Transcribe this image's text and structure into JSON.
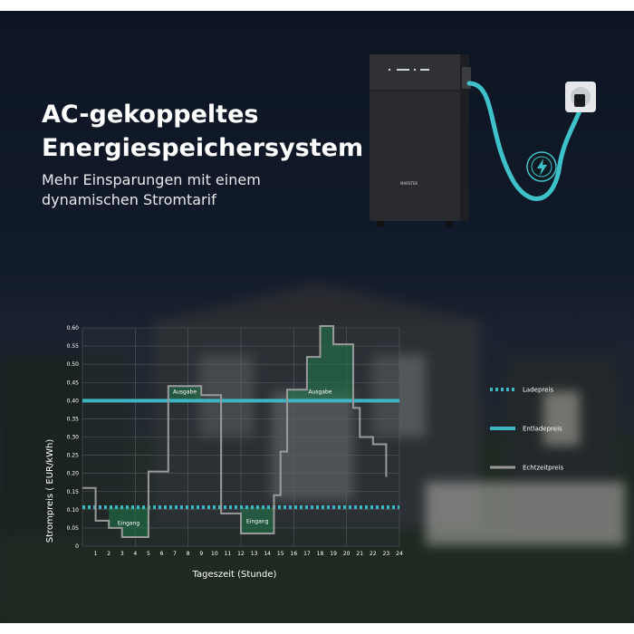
{
  "hero": {
    "title_line1": "AC-gekoppeltes",
    "title_line2": "Energiespeichersystem",
    "subtitle_line1": "Mehr Einsparungen mit einem",
    "subtitle_line2": "dynamischen Stromtarif"
  },
  "product": {
    "brand": "MARSTEK",
    "icon": "lightning-bolt-icon",
    "cable_color": "#3fc1c9"
  },
  "chart_data": {
    "type": "line",
    "xlabel": "Tageszeit (Stunde)",
    "ylabel": "Strompreis ( EUR/kWh)",
    "x_ticks": [
      1,
      2,
      3,
      4,
      5,
      6,
      7,
      8,
      9,
      10,
      11,
      12,
      13,
      14,
      15,
      16,
      17,
      18,
      19,
      20,
      21,
      22,
      23,
      24
    ],
    "y_ticks": [
      0,
      0.05,
      0.1,
      0.15,
      0.2,
      0.25,
      0.3,
      0.35,
      0.4,
      0.45,
      0.5,
      0.55,
      0.6
    ],
    "y_tick_labels": [
      "0",
      "0.05",
      "0.10",
      "0.15",
      "0.20",
      "0.25",
      "0.30",
      "0.35",
      "0.40",
      "0.45",
      "0.50",
      "0.55",
      "0.60"
    ],
    "xlim": [
      0,
      24
    ],
    "ylim": [
      0,
      0.6
    ],
    "grid": true,
    "legend_position": "right",
    "series": [
      {
        "name": "Ladepreis",
        "style": "dashed",
        "color": "#3fb5c2",
        "points": [
          [
            0,
            0.107
          ],
          [
            24,
            0.107
          ]
        ]
      },
      {
        "name": "Entladepreis",
        "style": "solid",
        "color": "#3fb5c2",
        "points": [
          [
            0,
            0.4
          ],
          [
            24,
            0.4
          ]
        ]
      },
      {
        "name": "Echtzeitpreis",
        "style": "step",
        "color": "#9a9a9a",
        "points": [
          [
            0,
            0.16
          ],
          [
            1,
            0.16
          ],
          [
            1,
            0.07
          ],
          [
            2,
            0.07
          ],
          [
            2,
            0.05
          ],
          [
            3,
            0.05
          ],
          [
            3,
            0.025
          ],
          [
            4,
            0.025
          ],
          [
            4,
            0.025
          ],
          [
            5,
            0.025
          ],
          [
            5,
            0.205
          ],
          [
            6.5,
            0.205
          ],
          [
            6.5,
            0.44
          ],
          [
            9,
            0.44
          ],
          [
            9,
            0.415
          ],
          [
            10.5,
            0.415
          ],
          [
            10.5,
            0.09
          ],
          [
            12,
            0.09
          ],
          [
            12,
            0.035
          ],
          [
            14.5,
            0.035
          ],
          [
            14.5,
            0.14
          ],
          [
            15,
            0.14
          ],
          [
            15,
            0.26
          ],
          [
            15.5,
            0.26
          ],
          [
            15.5,
            0.43
          ],
          [
            17,
            0.43
          ],
          [
            17,
            0.52
          ],
          [
            18,
            0.52
          ],
          [
            18,
            0.605
          ],
          [
            19,
            0.605
          ],
          [
            19,
            0.555
          ],
          [
            20.5,
            0.555
          ],
          [
            20.5,
            0.38
          ],
          [
            21,
            0.38
          ],
          [
            21,
            0.3
          ],
          [
            22,
            0.3
          ],
          [
            22,
            0.28
          ],
          [
            23,
            0.28
          ],
          [
            23,
            0.19
          ]
        ]
      }
    ],
    "annotations": [
      {
        "label": "Eingang",
        "type": "charge",
        "x_range": [
          2,
          5
        ]
      },
      {
        "label": "Ausgabe",
        "type": "discharge",
        "x_range": [
          6.5,
          9
        ]
      },
      {
        "label": "Eingang",
        "type": "charge",
        "x_range": [
          12,
          14.5
        ]
      },
      {
        "label": "Ausgabe",
        "type": "discharge",
        "x_range": [
          15.5,
          20.5
        ]
      }
    ],
    "legend": [
      {
        "label": "Ladepreis",
        "style": "dashed"
      },
      {
        "label": "Entladepreis",
        "style": "solid"
      },
      {
        "label": "Echtzeitpreis",
        "style": "solid-gray"
      }
    ]
  }
}
